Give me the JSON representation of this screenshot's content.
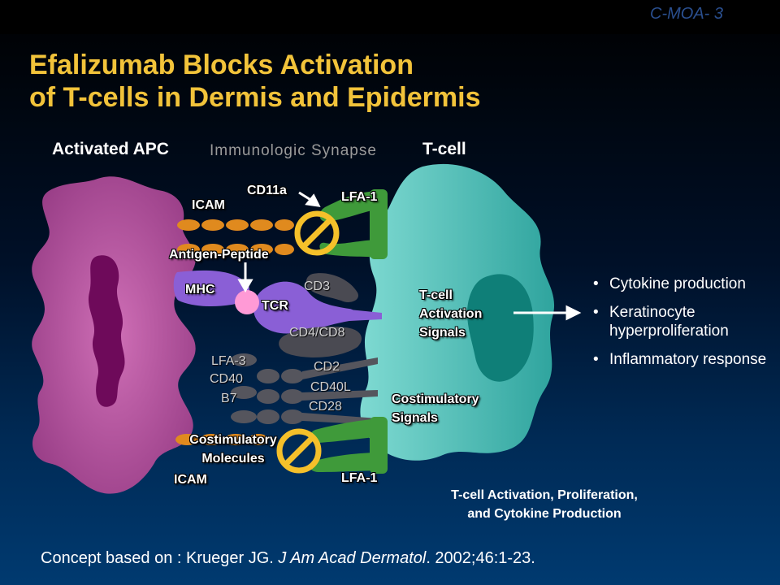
{
  "slide_id": "C-MOA- 3",
  "title": {
    "line1": "Efalizumab Blocks Activation",
    "line2": "of T-cells in Dermis and Epidermis"
  },
  "headers": {
    "apc": "Activated APC",
    "synapse": "Immunologic Synapse",
    "tcell": "T-cell"
  },
  "labels": {
    "cd11a": "CD11a",
    "icam_top": "ICAM",
    "lfa1_top": "LFA-1",
    "antigen_peptide": "Antigen-Peptide",
    "mhc": "MHC",
    "tcr": "TCR",
    "cd3": "CD3",
    "cd4_cd8": "CD4/CD8",
    "lfa3": "LFA-3",
    "cd40": "CD40",
    "b7": "B7",
    "cd2": "CD2",
    "cd40l": "CD40L",
    "cd28": "CD28",
    "tcell_activation_signals": [
      "T-cell",
      "Activation",
      "Signals"
    ],
    "costimulatory_signals": [
      "Costimulatory",
      "Signals"
    ],
    "costimulatory_molecules": [
      "Costimulatory",
      "Molecules"
    ],
    "icam_bottom": "ICAM",
    "lfa1_bottom": "LFA-1"
  },
  "outcomes": [
    "Cytokine production",
    "Keratinocyte hyperproliferation",
    "Inflammatory response"
  ],
  "summary": {
    "line1": "T-cell Activation, Proliferation,",
    "line2": "and Cytokine Production"
  },
  "citation": {
    "prefix": "Concept based on : Krueger JG. ",
    "journal": "J Am Acad Dermatol",
    "suffix": ". 2002;46:1-23."
  },
  "colors": {
    "title": "#f2c33a",
    "apc": "#b0509a",
    "apc_nucleus": "#6e0a5a",
    "tcell": "#3bb3ae",
    "tcell_nucleus": "#0f7f78",
    "lfa1": "#3f9a3a",
    "icam": "#e08a1e",
    "mhc_tcr": "#8a5fd6",
    "antigen": "#ff9ad6",
    "block_symbol": "#f5c02a"
  }
}
